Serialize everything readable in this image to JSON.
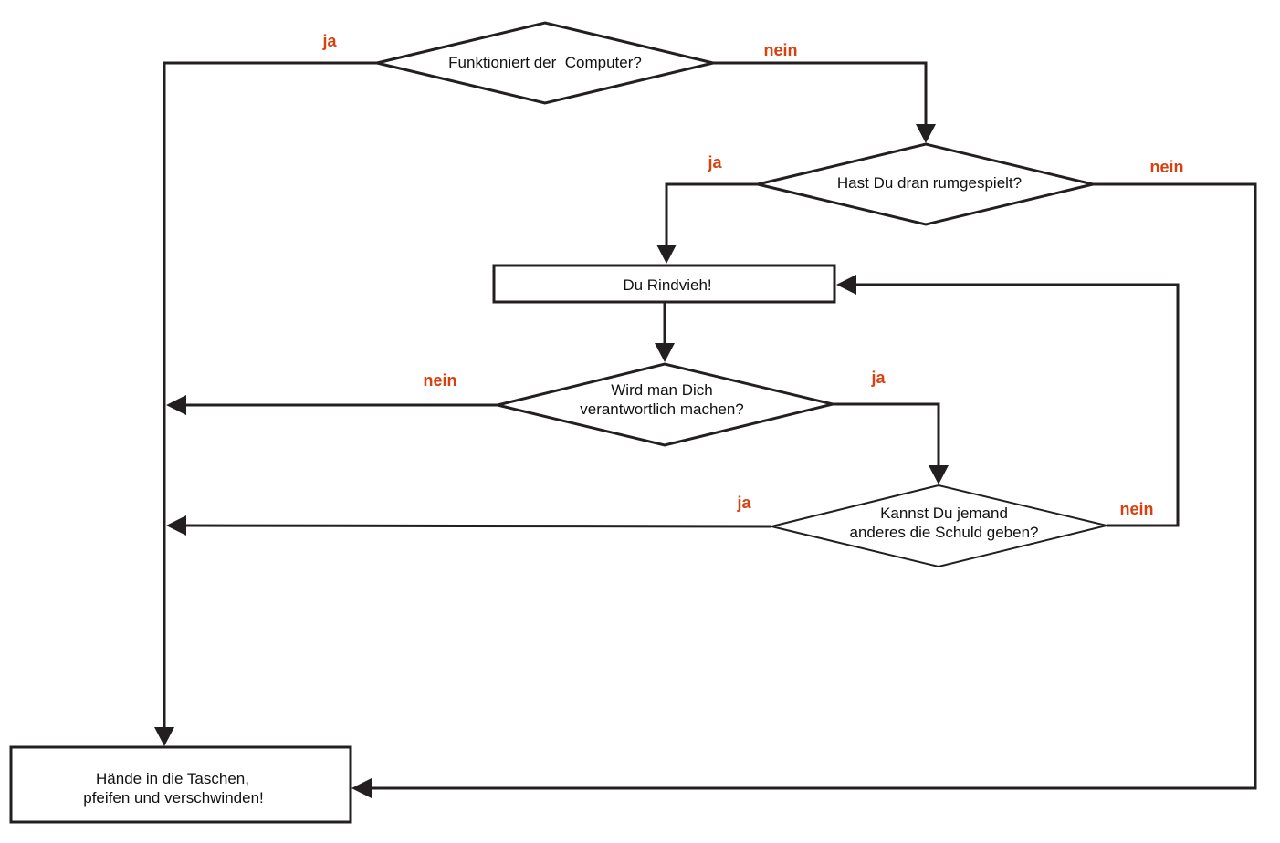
{
  "nodes": {
    "start": {
      "text": "Funktioniert der  Computer?"
    },
    "played": {
      "text": "Hast Du dran rumgespielt?"
    },
    "idiot": {
      "text": "Du Rindvieh!"
    },
    "blamed": {
      "line1": "Wird man Dich",
      "line2": "verantwortlich machen?"
    },
    "others": {
      "line1": "Kannst Du jemand",
      "line2": "anderes die Schuld geben?"
    },
    "end": {
      "line1": "Hände in die Taschen,",
      "line2": "pfeifen und verschwinden!"
    }
  },
  "edges": {
    "start_yes": "ja",
    "start_no": "nein",
    "played_yes": "ja",
    "played_no": "nein",
    "blamed_no": "nein",
    "blamed_yes": "ja",
    "others_yes": "ja",
    "others_no": "nein"
  },
  "colors": {
    "line": "#231f20",
    "label": "#d9400f"
  }
}
